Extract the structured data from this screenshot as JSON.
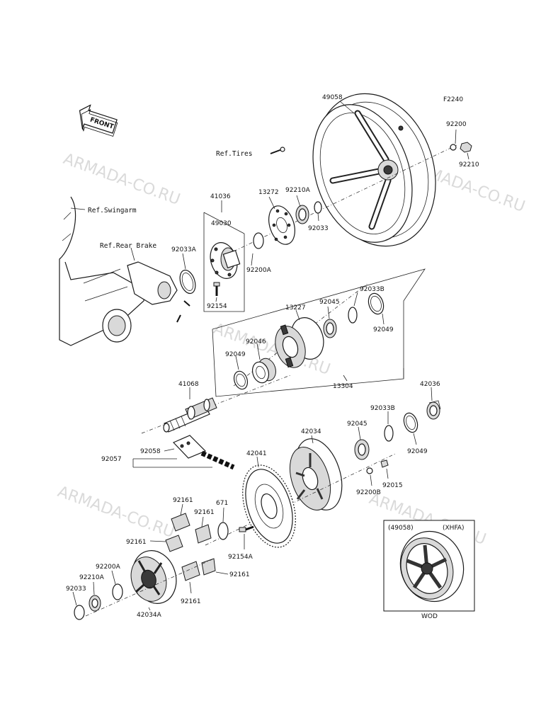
{
  "diagram_code": "F2240",
  "front_label": "FRONT",
  "refs": {
    "tires": "Ref.Tires",
    "swingarm": "Ref.Swingarm",
    "rear_brake": "Ref.Rear Brake"
  },
  "watermark": "ARMADA-CO.RU",
  "inset": {
    "part_number": "(49058)",
    "code": "(XHFA)",
    "caption": "WOD"
  },
  "parts": {
    "p49058": "49058",
    "p92200": "92200",
    "p92210": "92210",
    "p41036": "41036",
    "p13272": "13272",
    "p92210A_top": "92210A",
    "p49030": "49030",
    "p92033_top": "92033",
    "p92033A": "92033A",
    "p92200A_top": "92200A",
    "p92154": "92154",
    "p92033B_top": "92033B",
    "p13227": "13227",
    "p92045_top": "92045",
    "p92049_top_right": "92049",
    "p92046": "92046",
    "p92049_left": "92049",
    "p13304": "13304",
    "p41068": "41068",
    "p92033B_mid": "92033B",
    "p42036": "42036",
    "p42034": "42034",
    "p92045_mid": "92045",
    "p92049_mid": "92049",
    "p92058": "92058",
    "p92057": "92057",
    "p42041": "42041",
    "p92015": "92015",
    "p92200B": "92200B",
    "p92161_a": "92161",
    "p92161_b": "92161",
    "p671": "671",
    "p92161_c": "92161",
    "p92154A": "92154A",
    "p92200A_bot": "92200A",
    "p92161_d": "92161",
    "p92210A_bot": "92210A",
    "p92033_bot": "92033",
    "p92161_e": "92161",
    "p42034A": "42034A"
  }
}
